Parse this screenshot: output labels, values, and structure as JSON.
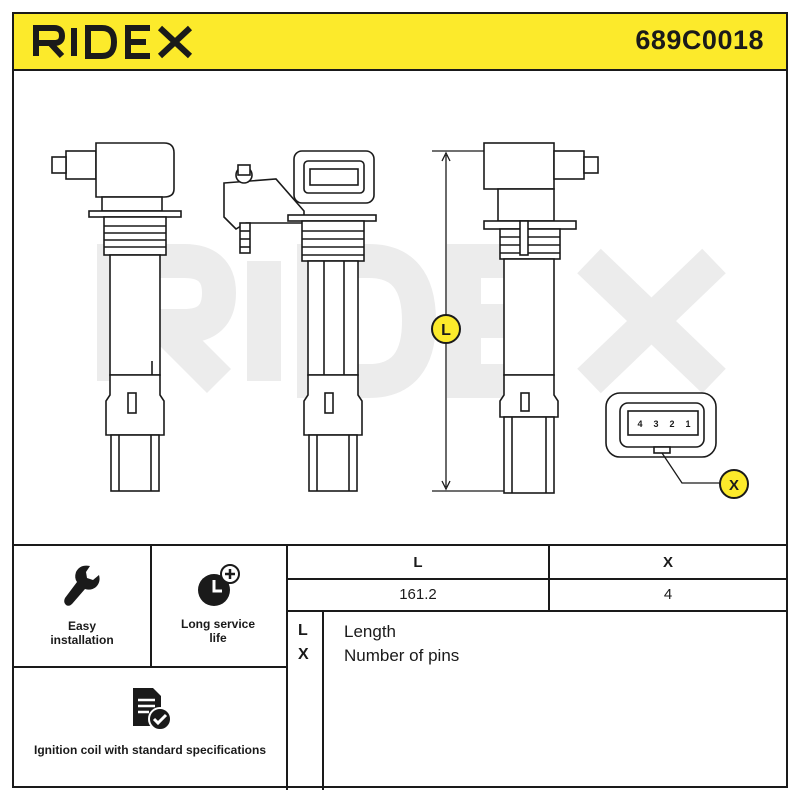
{
  "header": {
    "brand": "RIDEX",
    "part_number": "689C0018",
    "background_color": "#fcea2b"
  },
  "drawing": {
    "watermark": "RIDEX",
    "dimension_L_marker": "L",
    "dimension_X_marker": "X",
    "connector_pins": [
      "4",
      "3",
      "2",
      "1"
    ]
  },
  "features": [
    {
      "icon": "wrench-icon",
      "label": "Easy installation"
    },
    {
      "icon": "clock-plus-icon",
      "label": "Long service life"
    },
    {
      "icon": "document-check-icon",
      "label": "Ignition coil with standard specifications"
    }
  ],
  "spec_table": {
    "columns": [
      "L",
      "X"
    ],
    "values": [
      "161.2",
      "4"
    ]
  },
  "legend": [
    {
      "key": "L",
      "desc": "Length"
    },
    {
      "key": "X",
      "desc": "Number of pins"
    }
  ]
}
